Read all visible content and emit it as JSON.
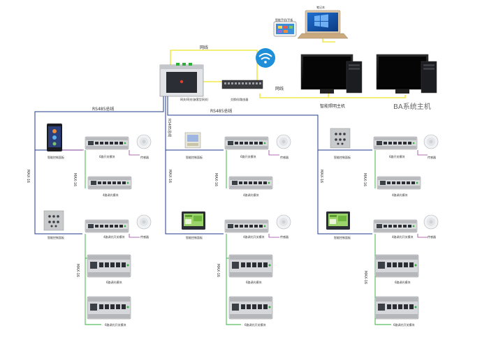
{
  "top": {
    "laptop_label": "笔记本",
    "tablet_label": "智能手机/平板",
    "lan_label": "网线",
    "lan_label2": "网线",
    "gateway_label": "网关/网关(嵌套型网关)",
    "switch_label": "交换机/路由器",
    "host1_label": "智能照明主机",
    "host2_label": "BA系统主机",
    "rs485_left": "RS485总线",
    "rs485_mid": "RS485总线",
    "rs485_trunk": "RS485总线"
  },
  "columns": [
    {
      "max_bus": "MAX-16",
      "max_bus2": "MAX-16",
      "max_bus3": "MAX-16",
      "panel1_label": "智能控制面板",
      "module1_label": "6路开关模块",
      "sensor1_label": "传感器",
      "module2_label": "4路调光模块",
      "panel2_label": "智能控制面板",
      "module3_label": "4路调光开关模块",
      "sensor2_label": "传感器",
      "module4_label": "6路调光模块",
      "module5_label": "6路调光开关模块"
    },
    {
      "max_bus": "MAX-16",
      "max_bus2": "MAX-16",
      "max_bus3": "MAX-16",
      "panel1_label": "智能控制面板",
      "module1_label": "6路开关模块",
      "sensor1_label": "传感器",
      "module2_label": "4路调光模块",
      "panel2_label": "智能控制面板",
      "module3_label": "4路调光开关模块",
      "sensor2_label": "传感器",
      "module4_label": "6路调光模块",
      "module5_label": "6路调光开关模块"
    },
    {
      "max_bus": "MAX-16",
      "max_bus2": "MAX-16",
      "max_bus3": "MAX-16",
      "panel1_label": "智能控制面板",
      "module1_label": "6路开关模块",
      "sensor1_label": "传感器",
      "module2_label": "4路调光模块",
      "panel2_label": "智能控制面板",
      "module3_label": "4路调光开关模块",
      "sensor2_label": "传感器",
      "module4_label": "6路调光模块",
      "module5_label": "6路调光开关模块"
    }
  ]
}
